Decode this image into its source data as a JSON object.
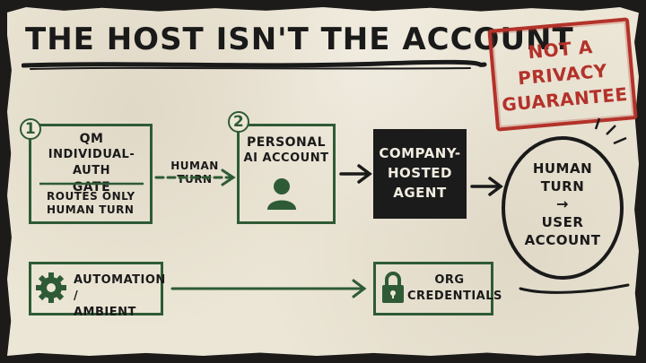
{
  "title": "THE HOST ISN'T THE ACCOUNT",
  "stamp": {
    "line1": "NOT A",
    "line2": "PRIVACY",
    "line3": "GUARANTEE"
  },
  "gate": {
    "number": "1",
    "line1": "QM",
    "line2": "INDIVIDUAL-AUTH",
    "line3": "GATE",
    "sub1": "ROUTES ONLY",
    "sub2": "HUMAN TURN"
  },
  "arrow1_label": {
    "line1": "HUMAN",
    "line2": "TURN"
  },
  "personal": {
    "number": "2",
    "line1": "PERSONAL",
    "line2": "AI ACCOUNT",
    "icon": "person-icon"
  },
  "company": {
    "line1": "COMPANY-",
    "line2": "HOSTED",
    "line3": "AGENT"
  },
  "result": {
    "line1": "HUMAN",
    "line2": "TURN",
    "line3": "USER",
    "line4": "ACCOUNT",
    "arrow": "→"
  },
  "automation": {
    "line1": "AUTOMATION /",
    "line2": "AMBIENT",
    "icon": "gear-icon"
  },
  "org": {
    "line1": "ORG",
    "line2": "CREDENTIALS",
    "icon": "lock-icon"
  },
  "colors": {
    "ink": "#1a1a1a",
    "green": "#2e5b35",
    "stamp_red": "#b3322a",
    "paper": "#ece6d6",
    "dark_box": "#1b1b1b"
  }
}
